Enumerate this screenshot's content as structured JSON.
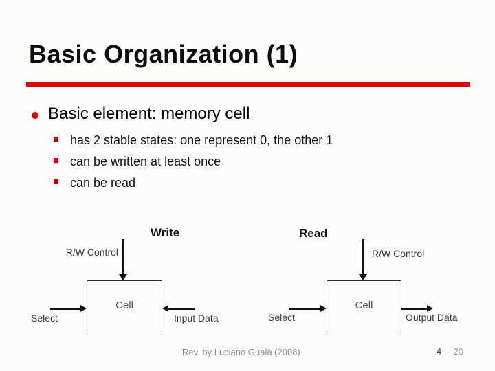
{
  "slide": {
    "title": "Basic Organization (1)",
    "bullet_text": "Basic element: memory cell",
    "sub_bullets": [
      "has 2 stable states: one represent 0, the other 1",
      "can be written at least once",
      "can be read"
    ],
    "footer_credit": "Rev. by Luciano Gualà (2008)",
    "page_section": "4",
    "page_separator": "–",
    "page_number": "20"
  },
  "diagram": {
    "write_side": {
      "mode_label": "Write",
      "control_label": "R/W Control",
      "select_label": "Select",
      "cell_label": "Cell",
      "data_label": "Input Data"
    },
    "read_side": {
      "mode_label": "Read",
      "control_label": "R/W Control",
      "select_label": "Select",
      "cell_label": "Cell",
      "data_label": "Output Data"
    }
  },
  "colors": {
    "accent_red": "#ee0000",
    "bullet_red": "#e00000",
    "marker_red": "#c00000",
    "diagram_gray": "#3d3d3d",
    "footer_gray": "#8e8e8e"
  }
}
